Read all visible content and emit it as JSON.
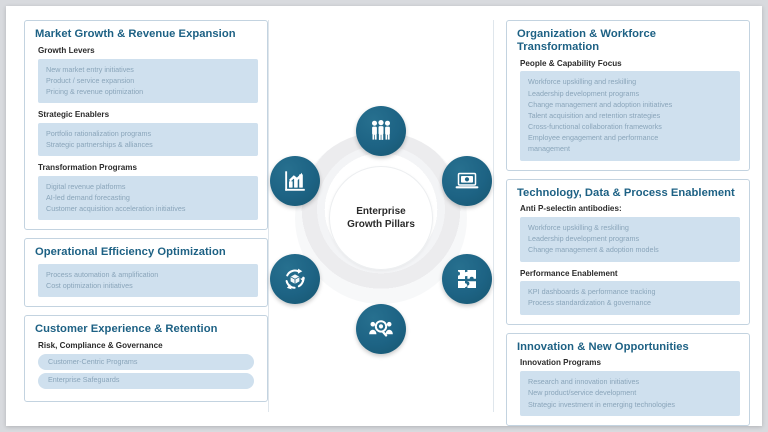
{
  "hub": {
    "center_line1": "Enterprise",
    "center_line2": "Growth Pillars",
    "nodes": [
      {
        "name": "people-group-icon",
        "position": "top"
      },
      {
        "name": "laptop-icon",
        "position": "top-right"
      },
      {
        "name": "puzzle-icon",
        "position": "bottom-right"
      },
      {
        "name": "people-search-icon",
        "position": "bottom"
      },
      {
        "name": "lifecycle-icon",
        "position": "bottom-left"
      },
      {
        "name": "bar-chart-icon",
        "position": "top-left"
      }
    ]
  },
  "left_column": [
    {
      "title": "Market Growth & Revenue Expansion",
      "groups": [
        {
          "subtitle": "Growth Levers",
          "items": [
            "New market entry initiatives",
            "Product / service expansion",
            "Pricing & revenue optimization"
          ]
        },
        {
          "subtitle": "Strategic Enablers",
          "items": [
            "Portfolio rationalization programs",
            "Strategic partnerships & alliances"
          ]
        },
        {
          "subtitle": "Transformation Programs",
          "items": [
            "Digital revenue platforms",
            "AI-led demand forecasting",
            "Customer acquisition acceleration initiatives"
          ]
        }
      ]
    },
    {
      "title": "Operational Efficiency Optimization",
      "groups": [
        {
          "subtitle": "",
          "items": [
            "Process automation & amplification",
            "Cost optimization initiatives"
          ]
        }
      ]
    },
    {
      "title": "Customer Experience & Retention",
      "groups": [
        {
          "subtitle": "Risk, Compliance & Governance",
          "pills": [
            "Customer-Centric Programs",
            "Enterprise Safeguards"
          ]
        }
      ]
    }
  ],
  "right_column": [
    {
      "title": "Organization & Workforce Transformation",
      "groups": [
        {
          "subtitle": "People & Capability Focus",
          "items": [
            "Workforce upskilling and reskilling",
            "Leadership development programs",
            "Change management and adoption initiatives",
            "Talent acquisition and retention strategies",
            "Cross-functional collaboration frameworks",
            "Employee engagement and performance",
            "management"
          ]
        }
      ]
    },
    {
      "title": "Technology, Data & Process Enablement",
      "groups": [
        {
          "subtitle": "Anti P-selectin antibodies:",
          "items": [
            "Workforce upskilling & reskilling",
            "Leadership development programs",
            "Change management & adoption models"
          ]
        },
        {
          "subtitle": "Performance Enablement",
          "items": [
            "KPI dashboards & performance tracking",
            "Process standardization & governance"
          ]
        }
      ]
    },
    {
      "title": "Innovation & New Opportunities",
      "groups": [
        {
          "subtitle": "Innovation Programs",
          "items": [
            "Research and innovation initiatives",
            "New product/service development",
            "Strategic investment in emerging technologies"
          ]
        }
      ]
    }
  ],
  "colors": {
    "node_blue": "#1d6384",
    "heading_blue": "#1d6184",
    "block_blue": "#cfe0ee",
    "item_text": "#8aa5ba",
    "card_border": "#c3d3e0"
  }
}
